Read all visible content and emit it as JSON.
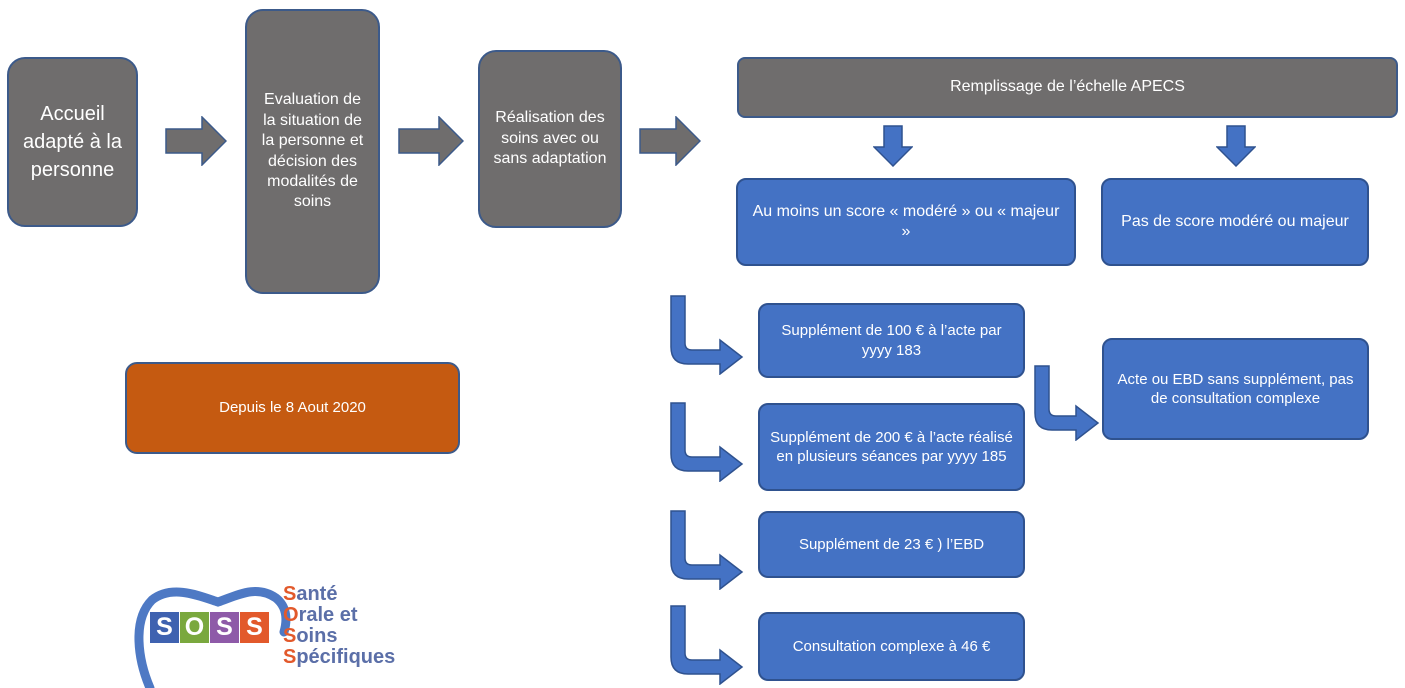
{
  "steps": {
    "accueil": "Accueil adapté à la personne",
    "evaluation": "Evaluation de la situation de la personne et  décision des modalités de soins",
    "realisation": "Réalisation des soins avec ou sans adaptation",
    "apecs": "Remplissage de l’échelle APECS"
  },
  "outcomes": {
    "score_modere_majeur": "Au moins un score « modéré » ou « majeur »",
    "pas_de_score": "Pas de score modéré ou majeur"
  },
  "supplements": [
    "Supplément de 100 € à l’acte par yyyy 183",
    "Supplément de 200 € à l’acte réalisé en plusieurs séances par yyyy 185",
    "Supplément de 23 € ) l’EBD",
    "Consultation complexe à 46 €"
  ],
  "sans_supplement": "Acte ou EBD sans supplément, pas de consultation complexe",
  "date_note": "Depuis le 8 Aout 2020",
  "logo": {
    "letters": [
      "S",
      "O",
      "S",
      "S"
    ],
    "line1_initial": "S",
    "line1_rest": "anté",
    "line2_initial": "O",
    "line2_rest": "rale et",
    "line3_initial": "S",
    "line3_rest": "oins",
    "line4_initial": "S",
    "line4_rest": "pécifiques"
  },
  "colors": {
    "gray_box": "#6f6d6d",
    "blue_box": "#4472c4",
    "orange_box": "#c55a11",
    "arrow_gray": "#6f6d6d",
    "arrow_blue": "#4472c4"
  }
}
